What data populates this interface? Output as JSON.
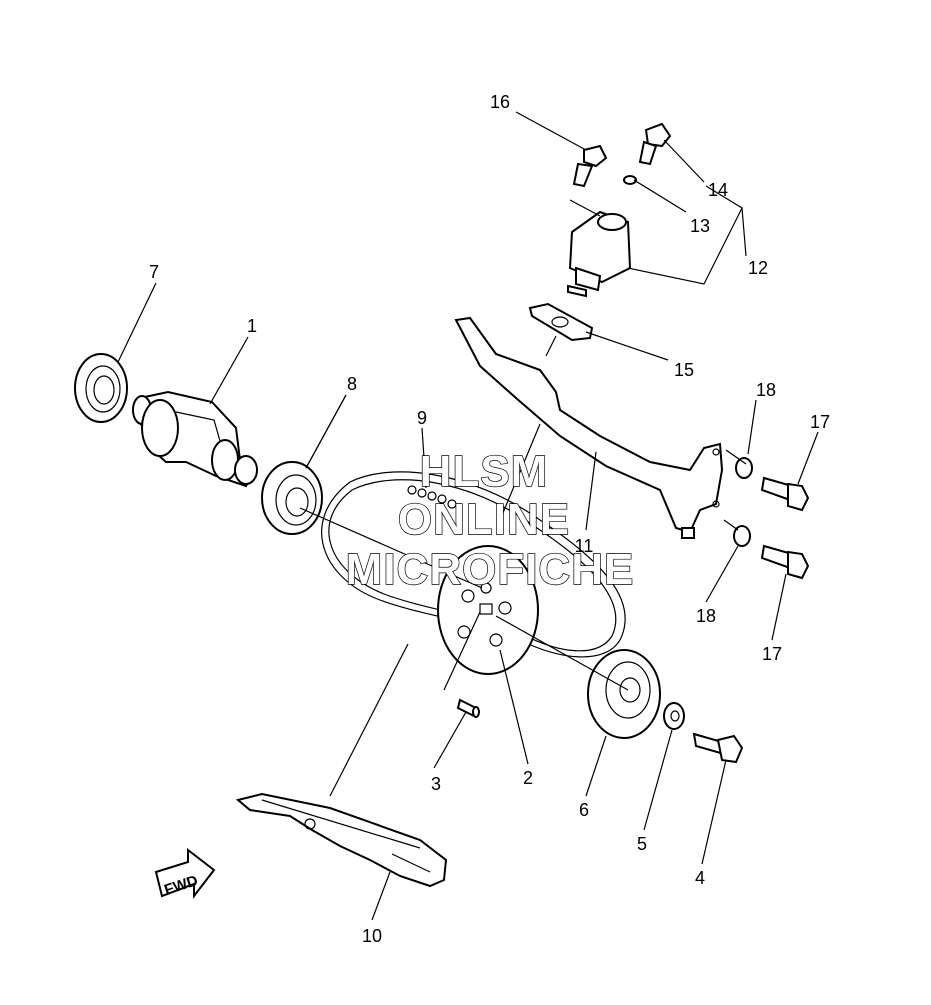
{
  "labels": {
    "p1": "1",
    "p2": "2",
    "p3": "3",
    "p4": "4",
    "p5": "5",
    "p6": "6",
    "p7": "7",
    "p8": "8",
    "p9": "9",
    "p10": "10",
    "p11": "11",
    "p12": "12",
    "p13": "13",
    "p14": "14",
    "p15": "15",
    "p16": "16",
    "p17a": "17",
    "p17b": "17",
    "p18a": "18",
    "p18b": "18"
  },
  "watermark": {
    "line1": "HLSM",
    "line2": "ONLINE",
    "line3": "MICROFICHE"
  },
  "direction_badge": "FWD"
}
